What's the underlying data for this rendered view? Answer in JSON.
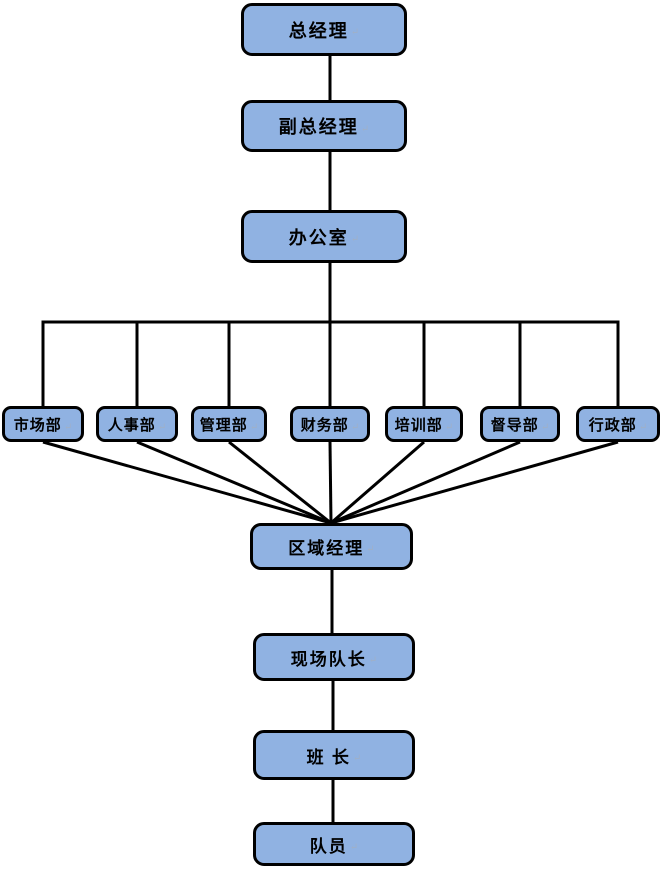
{
  "org_chart": {
    "paragraph_mark": "↵",
    "nodes": {
      "general_manager": {
        "label": "总经理"
      },
      "deputy_general_manager": {
        "label": "副总经理"
      },
      "office": {
        "label": "办公室"
      },
      "regional_manager": {
        "label": "区域经理"
      },
      "site_captain": {
        "label": "现场队长"
      },
      "squad_leader": {
        "label": "班 长"
      },
      "team_member": {
        "label": "队员"
      }
    },
    "departments": [
      {
        "label": "市场部"
      },
      {
        "label": "人事部"
      },
      {
        "label": "管理部"
      },
      {
        "label": "财务部"
      },
      {
        "label": "培训部"
      },
      {
        "label": "督导部"
      },
      {
        "label": "行政部"
      }
    ],
    "edges": [
      {
        "from": "总经理",
        "to": "副总经理"
      },
      {
        "from": "副总经理",
        "to": "办公室"
      },
      {
        "from": "办公室",
        "to": "市场部"
      },
      {
        "from": "办公室",
        "to": "人事部"
      },
      {
        "from": "办公室",
        "to": "管理部"
      },
      {
        "from": "办公室",
        "to": "财务部"
      },
      {
        "from": "办公室",
        "to": "培训部"
      },
      {
        "from": "办公室",
        "to": "督导部"
      },
      {
        "from": "办公室",
        "to": "行政部"
      },
      {
        "from": "市场部",
        "to": "区域经理"
      },
      {
        "from": "人事部",
        "to": "区域经理"
      },
      {
        "from": "管理部",
        "to": "区域经理"
      },
      {
        "from": "财务部",
        "to": "区域经理"
      },
      {
        "from": "培训部",
        "to": "区域经理"
      },
      {
        "from": "督导部",
        "to": "区域经理"
      },
      {
        "from": "行政部",
        "to": "区域经理"
      },
      {
        "from": "区域经理",
        "to": "现场队长"
      },
      {
        "from": "现场队长",
        "to": "班 长"
      },
      {
        "from": "班 长",
        "to": "队员"
      }
    ],
    "colors": {
      "node_fill": "#90B2E2",
      "node_border": "#000000",
      "connector": "#000000",
      "background": "#FFFFFF"
    }
  }
}
